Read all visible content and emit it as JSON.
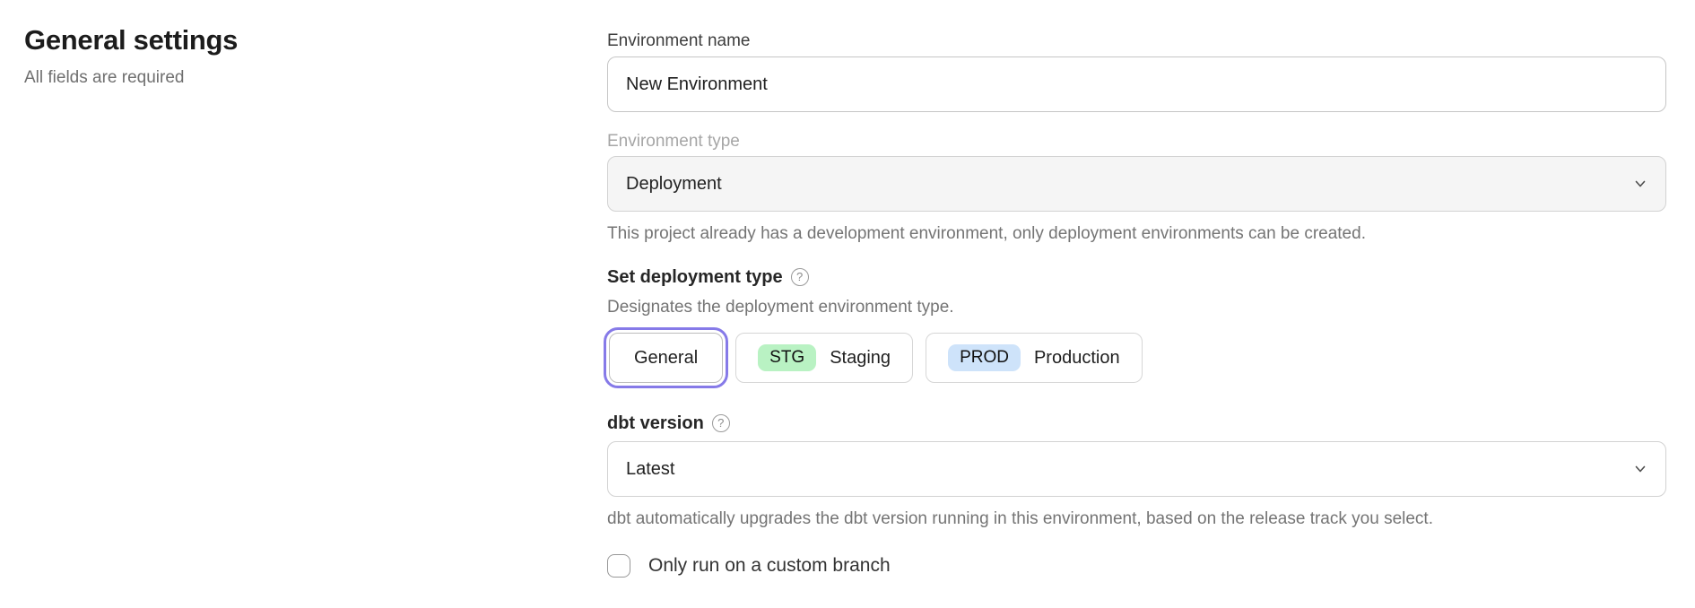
{
  "header": {
    "title": "General settings",
    "subtitle": "All fields are required"
  },
  "form": {
    "environment_name": {
      "label": "Environment name",
      "value": "New Environment"
    },
    "environment_type": {
      "label": "Environment type",
      "value": "Deployment",
      "disabled": true,
      "helper": "This project already has a development environment, only deployment environments can be created."
    },
    "deployment_type": {
      "label": "Set deployment type",
      "helper": "Designates the deployment environment type.",
      "options": [
        {
          "label": "General",
          "badge": "",
          "selected": true
        },
        {
          "label": "Staging",
          "badge": "STG",
          "selected": false
        },
        {
          "label": "Production",
          "badge": "PROD",
          "selected": false
        }
      ]
    },
    "dbt_version": {
      "label": "dbt version",
      "value": "Latest",
      "helper": "dbt automatically upgrades the dbt version running in this environment, based on the release track you select."
    },
    "custom_branch": {
      "label": "Only run on a custom branch",
      "checked": false
    }
  },
  "icons": {
    "help": "?"
  },
  "colors": {
    "accent_purple": "#867ae8",
    "badge_staging_green": "#b9f2c3",
    "badge_production_blue": "#cee3fa",
    "disabled_field_bg": "#f5f5f5"
  }
}
